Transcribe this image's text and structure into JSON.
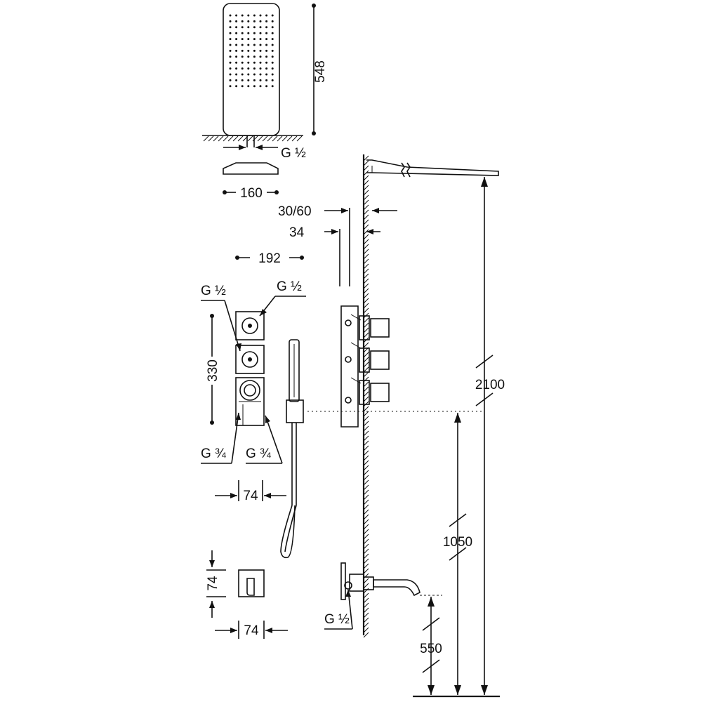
{
  "dimensions": {
    "hand_shower_height": "548",
    "hand_shower_connection": "G ½",
    "hand_shower_base_width": "160",
    "wall_offset_outer": "30/60",
    "wall_offset_inner": "34",
    "panel_width": "192",
    "top_outlet_left": "G ½",
    "top_outlet_right": "G ½",
    "panel_height": "330",
    "bottom_outlet_left": "G ¾",
    "bottom_outlet_right": "G ¾",
    "module_width": "74",
    "diverter_height": "74",
    "diverter_width": "74",
    "spout_connection": "G ½",
    "overhead_height": "2100",
    "mixer_height": "1050",
    "spout_height": "550"
  }
}
